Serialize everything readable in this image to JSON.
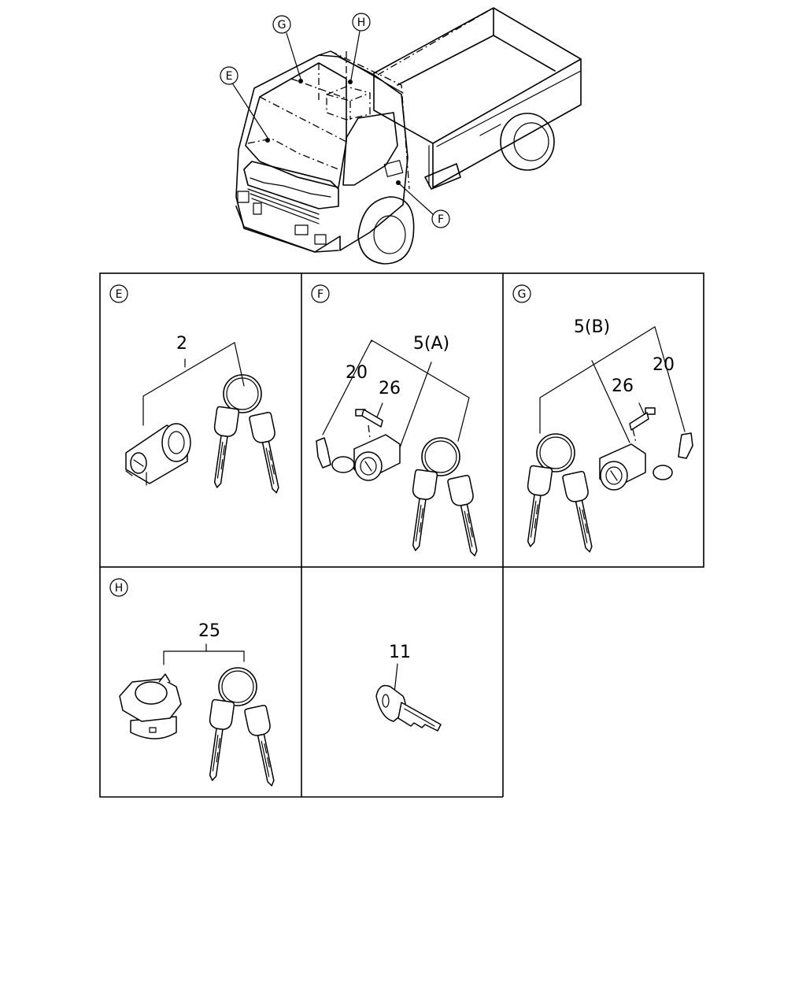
{
  "callouts": {
    "overview": {
      "g": "G",
      "h": "H",
      "e": "E",
      "f": "F"
    },
    "panels": {
      "e": "E",
      "f": "F",
      "g": "G",
      "h": "H"
    }
  },
  "labels": {
    "e_part": "2",
    "f_assembly": "5(A)",
    "f_clip": "20",
    "f_bolt": "26",
    "g_assembly": "5(B)",
    "g_clip": "20",
    "g_bolt": "26",
    "h_part": "25",
    "key_part": "11"
  }
}
